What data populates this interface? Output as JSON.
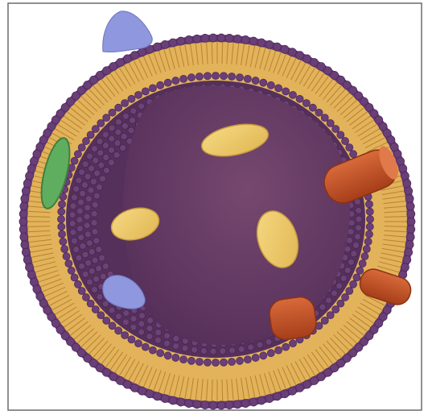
{
  "diagram": {
    "frame": {
      "border_color": "#6b6b6b",
      "background": "#ffffff"
    },
    "colors": {
      "head_group": "#6a3f78",
      "head_group_dark": "#4e2a5c",
      "tail_fill": "#e2b35a",
      "tail_line": "#b9822f",
      "core": "#5d3560",
      "core_highlight": "#71466f",
      "inner_band": "#55305a",
      "lipid_ellipse": "#edc868",
      "lipid_ellipse_edge": "#c69a3c",
      "blue_protein": "#8f97de",
      "green_protein": "#5fae5f",
      "red_protein": "#c8552a",
      "red_protein_dark": "#9b3a18"
    },
    "elements": [
      {
        "name": "outer-phospholipid-monolayer",
        "kind": "membrane"
      },
      {
        "name": "inner-phospholipid-layer",
        "kind": "membrane"
      },
      {
        "name": "lipid-core",
        "kind": "core"
      },
      {
        "name": "blue-protein-top",
        "kind": "protein",
        "color": "blue"
      },
      {
        "name": "blue-protein-inner",
        "kind": "protein",
        "color": "blue"
      },
      {
        "name": "green-protein",
        "kind": "protein",
        "color": "green"
      },
      {
        "name": "red-protein-right",
        "kind": "protein",
        "color": "red"
      },
      {
        "name": "red-protein-lower-right",
        "kind": "protein",
        "color": "red"
      },
      {
        "name": "red-protein-bottom",
        "kind": "protein",
        "color": "red"
      },
      {
        "name": "yellow-lipid-droplet-top",
        "kind": "lipid"
      },
      {
        "name": "yellow-lipid-droplet-left",
        "kind": "lipid"
      },
      {
        "name": "yellow-lipid-droplet-center",
        "kind": "lipid"
      }
    ]
  }
}
